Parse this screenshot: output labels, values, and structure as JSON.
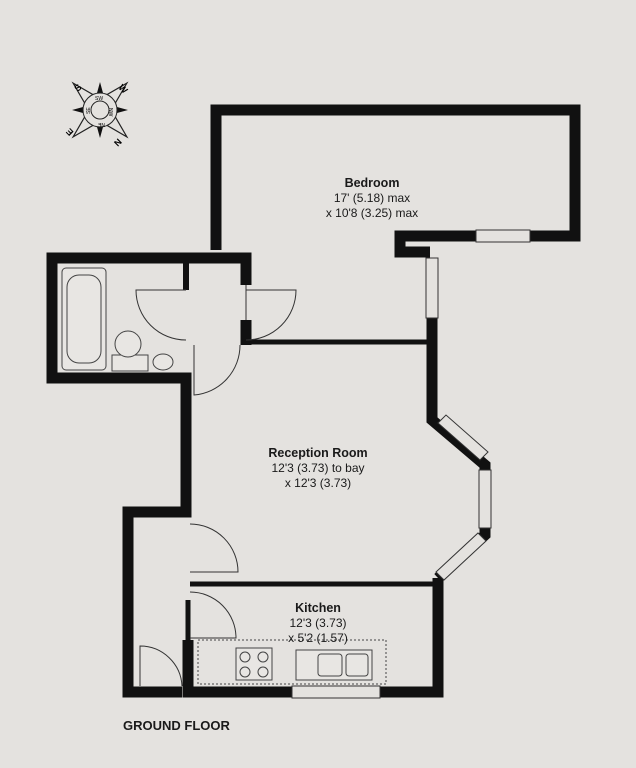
{
  "compass": {
    "outer": [
      "N",
      "E",
      "S",
      "W"
    ],
    "inner": [
      "SW",
      "NW",
      "NE",
      "SE"
    ]
  },
  "rooms": [
    {
      "name": "Bedroom",
      "dim1": "17' (5.18) max",
      "dim2": "x 10'8 (3.25) max"
    },
    {
      "name": "Reception Room",
      "dim1": "12'3 (3.73) to bay",
      "dim2": "x 12'3 (3.73)"
    },
    {
      "name": "Kitchen",
      "dim1": "12'3 (3.73)",
      "dim2": "x 5'2 (1.57)"
    }
  ],
  "floor_label": "GROUND FLOOR",
  "colors": {
    "wall": "#111111",
    "background": "#e4e2df"
  }
}
